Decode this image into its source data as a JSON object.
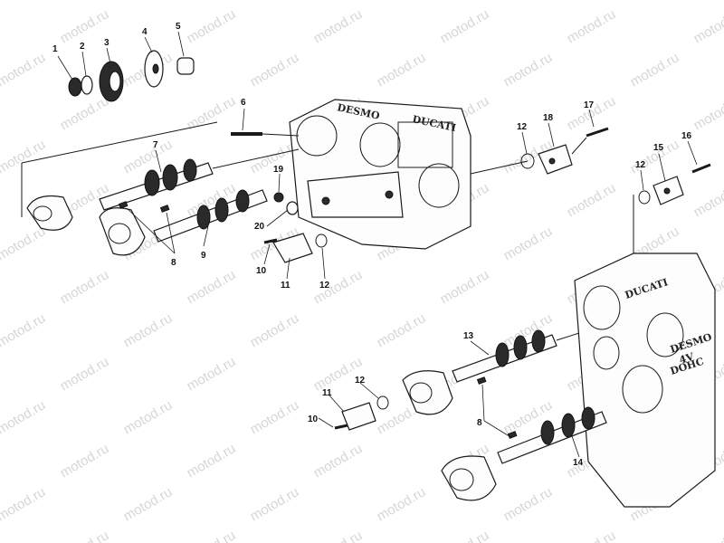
{
  "watermark": {
    "text": "motod.ru"
  },
  "callouts": {
    "c1": "1",
    "c2": "2",
    "c3": "3",
    "c4": "4",
    "c5": "5",
    "c6": "6",
    "c7": "7",
    "c8": "8",
    "c9": "9",
    "c10": "10",
    "c11": "11",
    "c12": "12",
    "c13": "13",
    "c14": "14",
    "c15": "15",
    "c16": "16",
    "c17": "17",
    "c18": "18",
    "c19": "19",
    "c20": "20"
  },
  "embossing": {
    "rear_brand": "DUCATI",
    "rear_model_1": "DESMO",
    "rear_model_2": "4V",
    "rear_model_3": "DOHC"
  },
  "colors": {
    "ink": "#1a1a1a",
    "watermark": "#d6d6d6",
    "paper": "#ffffff"
  }
}
